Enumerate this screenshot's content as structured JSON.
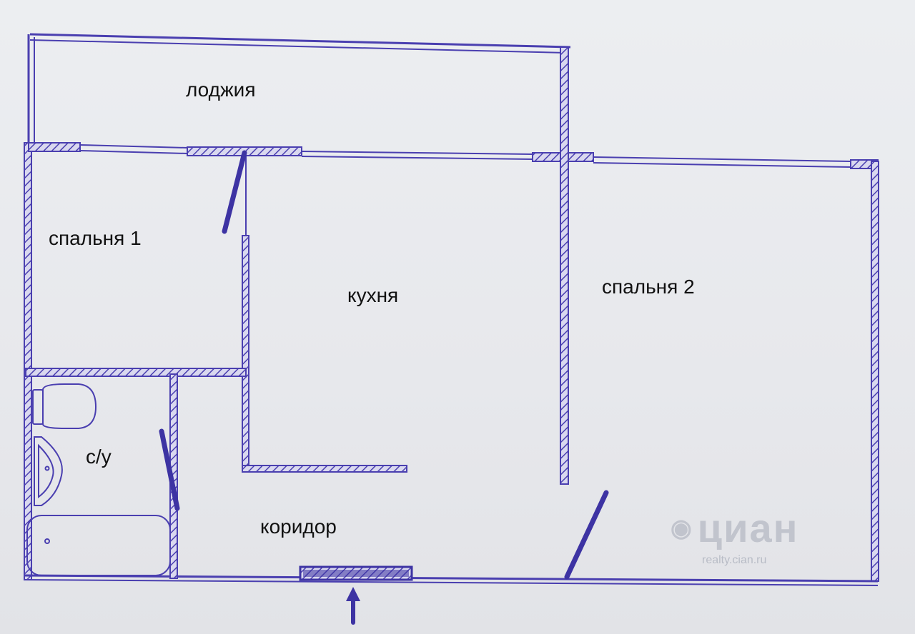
{
  "rooms": {
    "loggia": "лоджия",
    "bedroom1": "спальня 1",
    "kitchen": "кухня",
    "bedroom2": "спальня 2",
    "bathroom": "с/у",
    "corridor": "коридор"
  },
  "watermark": {
    "logo_icon": "pin-logo-icon",
    "brand": "циан",
    "site": "realty.cian.ru"
  },
  "colors": {
    "ink": "#4a3fb0",
    "ink_dark": "#3d33a3",
    "text": "#111111",
    "paper": "#e9eaee"
  }
}
